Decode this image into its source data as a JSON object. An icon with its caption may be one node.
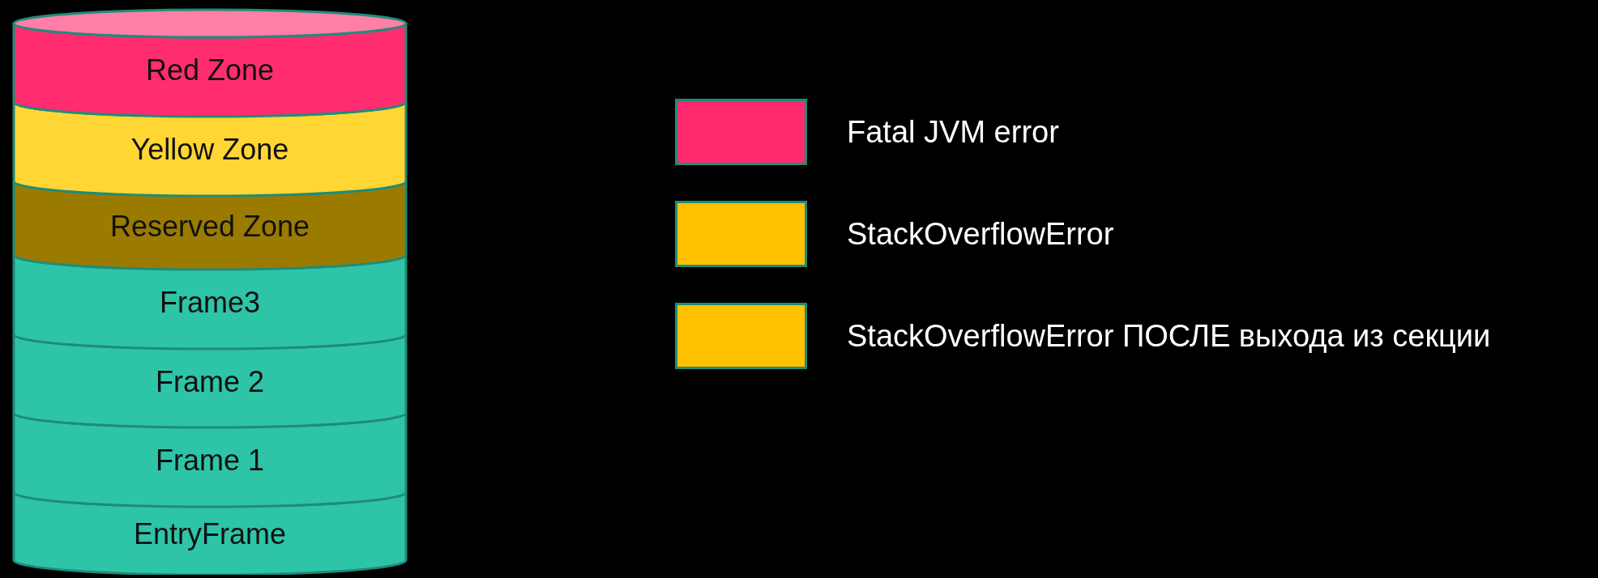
{
  "diagram": {
    "nodes": [
      {
        "text": [
          "Red Zone"
        ]
      },
      {
        "text": [
          "Yellow Zone"
        ]
      },
      {
        "text": [
          "Reserved Zone"
        ]
      },
      {
        "text": [
          "Frame3"
        ]
      },
      {
        "text": [
          "Frame 2"
        ]
      },
      {
        "text": [
          "Frame 1"
        ]
      },
      {
        "text": [
          "EntryFrame"
        ]
      }
    ],
    "edges": [],
    "legend": [
      {
        "text": "Fatal JVM error",
        "color": "#ff2a6d"
      },
      {
        "text": "StackOverflowError",
        "color": "#ffc000"
      },
      {
        "text": "StackOverflowError ПОСЛЕ выхода из секции",
        "color": "#ffc000"
      }
    ]
  }
}
